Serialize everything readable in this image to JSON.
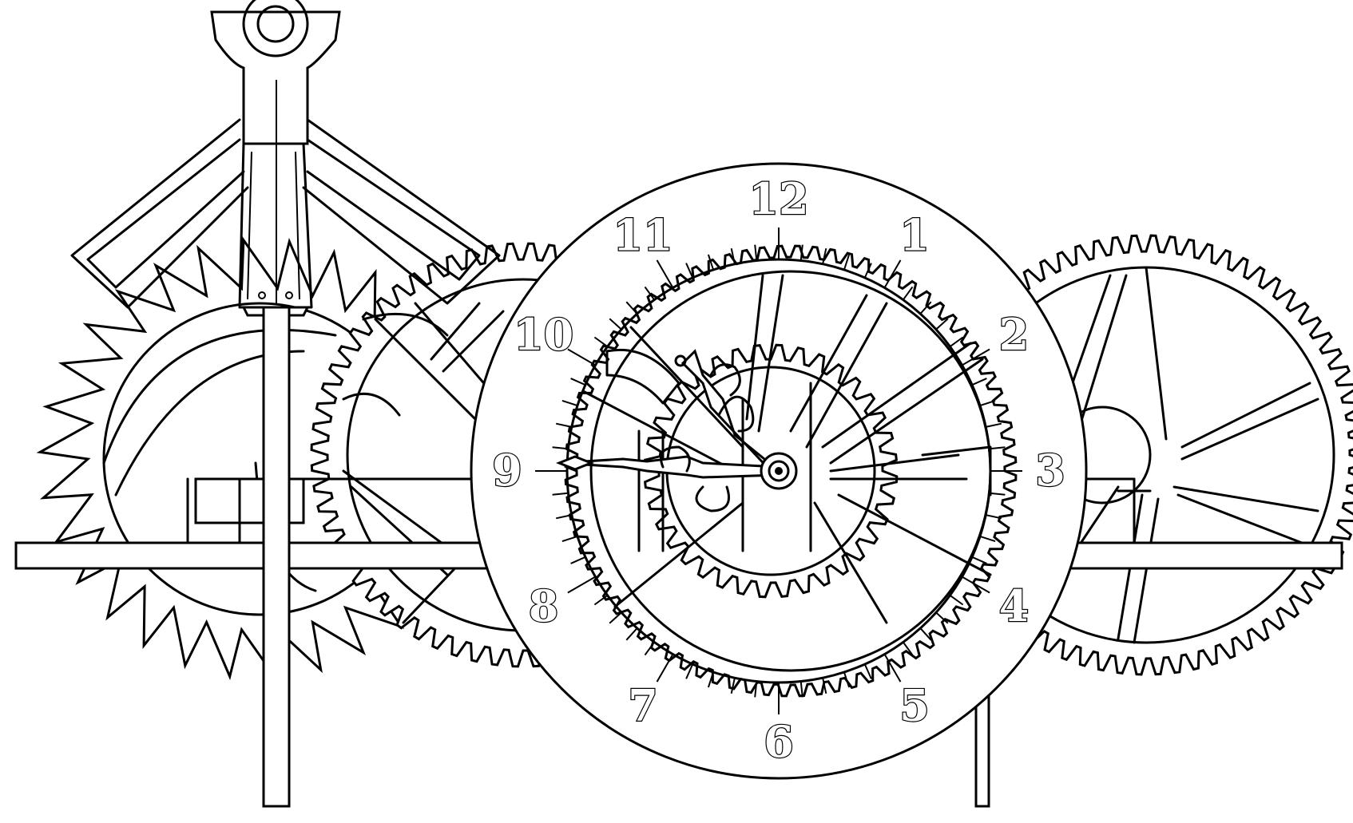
{
  "clock": {
    "numerals": [
      "12",
      "1",
      "2",
      "3",
      "4",
      "5",
      "6",
      "7",
      "8",
      "9",
      "10",
      "11"
    ],
    "hands": {
      "hour_hand": "pointing to 10",
      "minute_hand": "pointing to 9"
    }
  },
  "colors": {
    "line": "#000000",
    "background": "#ffffff"
  },
  "icons": {
    "escape_wheel": "escape-wheel-icon",
    "anchor": "anchor-icon",
    "pendulum_rod": "pendulum-rod-icon"
  }
}
